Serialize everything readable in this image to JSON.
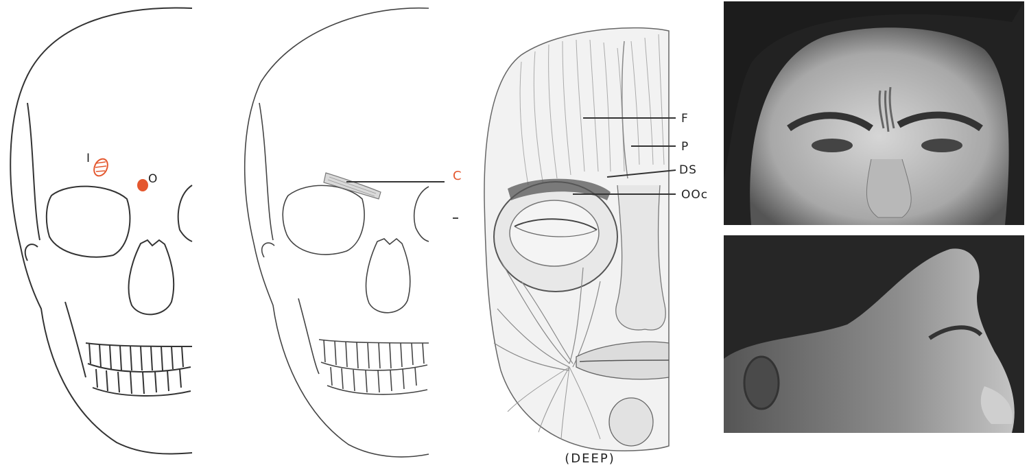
{
  "skull_markers": {
    "insertion": "I",
    "origin": "O"
  },
  "skull_muscle": {
    "label": "C"
  },
  "muscle_labels": {
    "frontalis": "F",
    "procerus": "P",
    "depressor_supercilii": "DS",
    "orbicularis_oculi": "OOc"
  },
  "caption": "(DEEP)",
  "colors": {
    "accent": "#e4572e",
    "line": "#333333",
    "photo_dark": "#2a2a2a",
    "photo_light": "#bdbdbd"
  }
}
